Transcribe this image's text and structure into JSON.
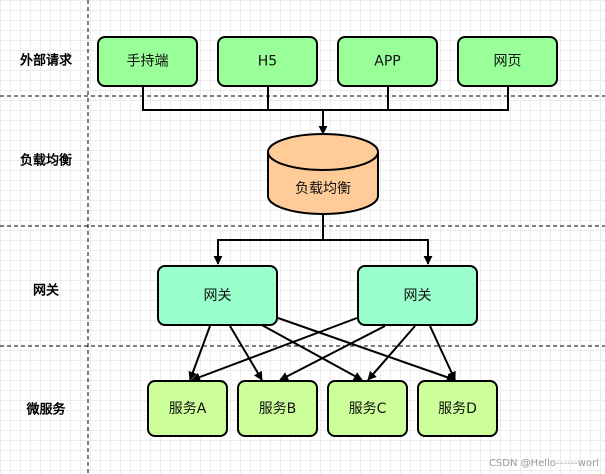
{
  "lanes": [
    {
      "id": "external",
      "label": "外部请求"
    },
    {
      "id": "lb",
      "label": "负载均衡"
    },
    {
      "id": "gateway",
      "label": "网关"
    },
    {
      "id": "micro",
      "label": "微服务"
    }
  ],
  "nodes": {
    "clients": [
      "手持端",
      "H5",
      "APP",
      "网页"
    ],
    "load_balancer": "负载均衡",
    "gateways": [
      "网关",
      "网关"
    ],
    "services": [
      "服务A",
      "服务B",
      "服务C",
      "服务D"
    ]
  },
  "colors": {
    "client_fill": "#99ff99",
    "lb_fill": "#ffcc99",
    "gateway_fill": "#99ffcc",
    "service_fill": "#ccff99",
    "stroke": "#000000",
    "grid": "#ececec"
  },
  "watermark": "CSDN @Hello------worl"
}
